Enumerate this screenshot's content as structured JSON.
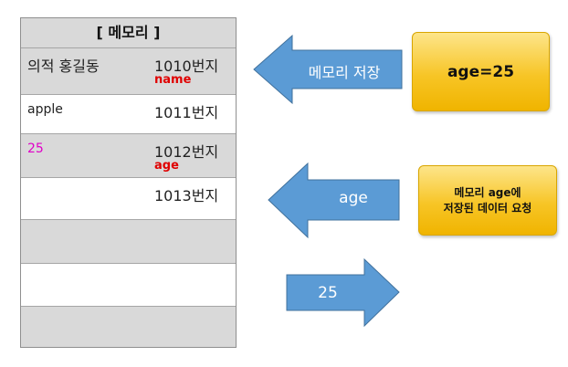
{
  "memory": {
    "header": "[ 메모리 ]",
    "rows": [
      {
        "value": "의적 홍길동",
        "address": "1010번지",
        "var_name": "name"
      },
      {
        "value": "apple",
        "address": "1011번지",
        "var_name": ""
      },
      {
        "value": "25",
        "address": "1012번지",
        "var_name": "age"
      },
      {
        "value": "",
        "address": "1013번지",
        "var_name": ""
      },
      {
        "value": "",
        "address": "",
        "var_name": ""
      },
      {
        "value": "",
        "address": "",
        "var_name": ""
      },
      {
        "value": "",
        "address": "",
        "var_name": ""
      }
    ]
  },
  "arrows": {
    "store": "메모리 저장",
    "request": "age",
    "response": "25"
  },
  "boxes": {
    "assign": "age=25",
    "request_line1": "메모리 age에",
    "request_line2": "저장된 데이터 요청"
  },
  "colors": {
    "arrow_fill": "#5b9bd5",
    "arrow_stroke": "#41719c",
    "var_name": "#e00000",
    "number_value": "#e000c8",
    "shaded_row": "#d9d9d9",
    "box_gradient_top": "#fde58a",
    "box_gradient_bottom": "#f0b400"
  }
}
